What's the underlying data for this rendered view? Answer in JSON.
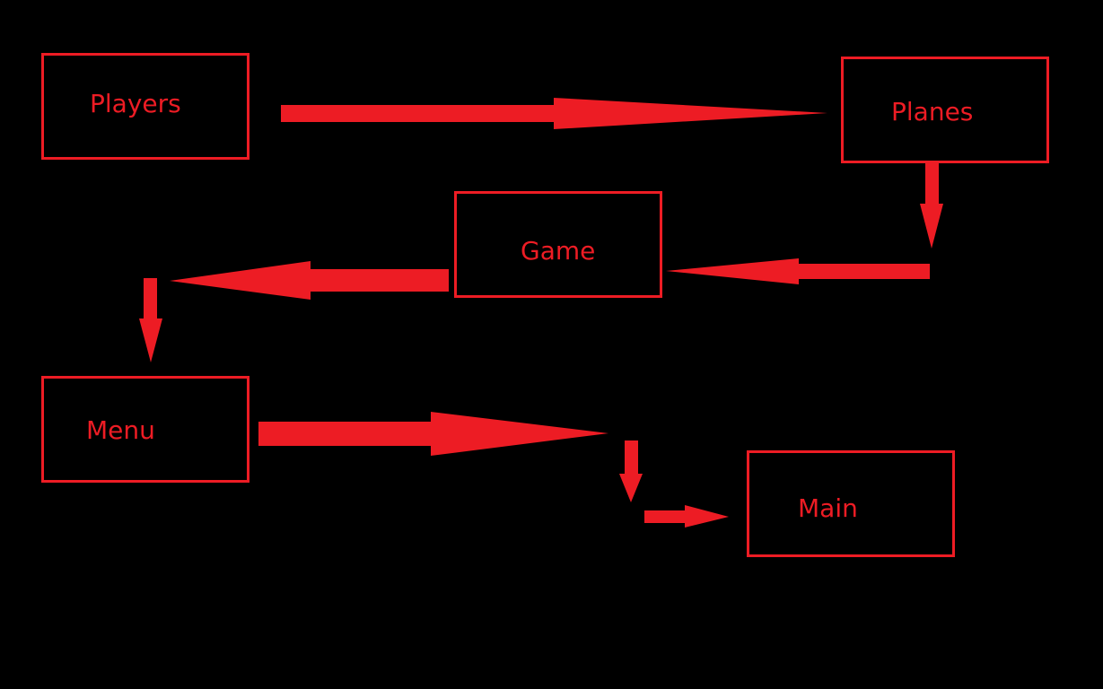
{
  "diagram": {
    "background_color": "#000000",
    "accent_color": "#ed1c24",
    "nodes": {
      "players": {
        "label": "Players"
      },
      "planes": {
        "label": "Planes"
      },
      "game": {
        "label": "Game"
      },
      "menu": {
        "label": "Menu"
      },
      "main": {
        "label": "Main"
      }
    },
    "edges": [
      {
        "from": "Players",
        "to": "Planes"
      },
      {
        "from": "Planes",
        "to": "Game"
      },
      {
        "from": "Game",
        "to": "Menu"
      },
      {
        "from": "Menu",
        "to": "Main"
      }
    ]
  }
}
